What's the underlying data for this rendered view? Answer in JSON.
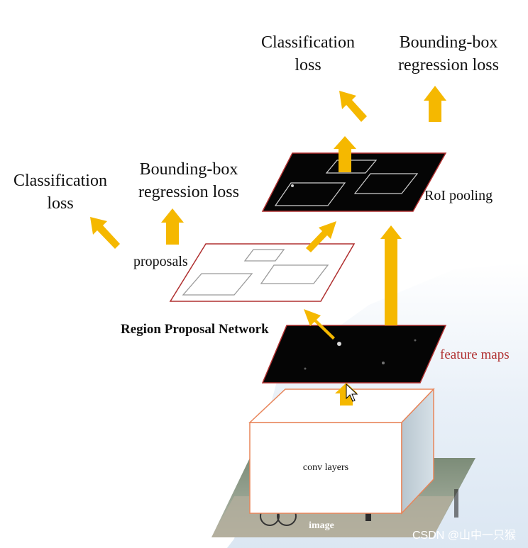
{
  "labels": {
    "top_cls_line1": "Classification",
    "top_cls_line2": "loss",
    "top_bbox_line1": "Bounding-box",
    "top_bbox_line2": "regression loss",
    "left_cls_line1": "Classification",
    "left_cls_line2": "loss",
    "left_bbox_line1": "Bounding-box",
    "left_bbox_line2": "regression loss",
    "roi_pooling": "RoI pooling",
    "proposals": "proposals",
    "rpn": "Region Proposal Network",
    "feature_maps": "feature maps",
    "conv_layers": "conv layers",
    "image": "image",
    "watermark": "CSDN @山中一只猴"
  },
  "colors": {
    "arrow": "#f5b800",
    "plane_border": "#b03030",
    "feature_text": "#b03030",
    "box_stroke": "#e8855a",
    "map_fill": "#050505",
    "text": "#111111",
    "sky": "#dbe8f3"
  }
}
